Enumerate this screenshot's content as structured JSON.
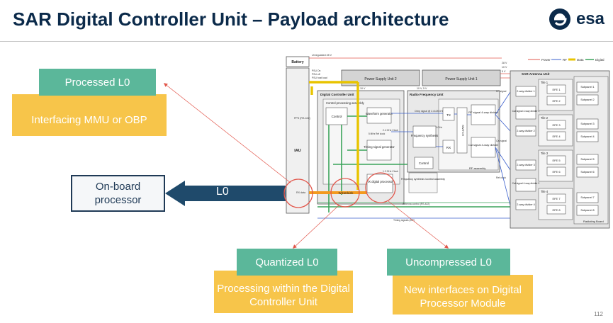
{
  "title": "SAR Digital Controller Unit – Payload architecture",
  "logo_text": "esa",
  "callouts": {
    "processed_l0": "Processed L0",
    "interfacing": "Interfacing MMU or OBP",
    "onboard_processor": "On-board processor",
    "l0_arrow": "L0",
    "quantized_l0": "Quantized L0",
    "processing_within": "Processing within the Digital Controller Unit",
    "uncompressed_l0": "Uncompressed L0",
    "new_interfaces": "New interfaces on Digital Processor Module"
  },
  "page_number": "112",
  "legend": {
    "power": "Power",
    "rf": "RF",
    "data": "Data",
    "digital": "Digital"
  },
  "colors": {
    "title": "#0b2a4a",
    "green": "#5bb79a",
    "yellow": "#f7c54a",
    "navy": "#1f3a56",
    "highlight_circle": "#e2574c"
  },
  "diagram": {
    "battery": "Battery",
    "unregulated": "Unregulated 28 V",
    "psu2": "Power Supply Unit 2",
    "psu1": "Power Supply Unit 1",
    "volt_28": "28 V",
    "volt_10": "10 V",
    "volt_5": "5 V",
    "psu_on": "PSU On",
    "psu_off": "PSU off",
    "psu_hk": "PSU host load",
    "pps": "PPS (RS-422)",
    "iau": "IAU",
    "dcu": "Digital Controller Unit",
    "dcu_10v": "10 V",
    "cpa": "Control processing assembly",
    "control": "Control",
    "waveform": "Waveform generator",
    "timing": "Timing signal generator",
    "rx_digital": "RX digital processor",
    "wizardlink": "WizardLink",
    "rx_data": "RX data",
    "rfu": "Radio Frequency Unit",
    "rfu_v": "10 V, 5 V",
    "chirp": "Chirp signal @ 2.4125 GHz",
    "lo_signal": "LO signal @ 1.5 GHz",
    "tx": "TX",
    "rx": "RX",
    "switch": "SWITCH",
    "freq_synth": "Frequency synthesis",
    "rf_control": "Control",
    "rf_divider": "RF signal 4-way divider",
    "cal_divider": "Cal signal 4-way divider",
    "rf_assembly": "RF assembly",
    "freq_synth_ctrl": "Frequency synthesis /control assembly",
    "clk_5mhz": "5 MHz Ref clock",
    "clk_24": "2.4 GHz Clock",
    "clk_12": "1.2 GHz Clock",
    "ref_clk_mid": "Ref clock",
    "antenna_control": "Antenna control (RS-422)",
    "timing_signals": "Timing signals (DIF)",
    "sar_antenna": "SAR Antenna Unit",
    "radiating_board": "Radiating Board",
    "rf_signal_side": "RF signal",
    "cal_signal_side": "Cal signal",
    "efes": [
      "EFE 1",
      "EFE 2",
      "EFE 3",
      "EFE 4",
      "EFE 5",
      "EFE 6",
      "EFE 7",
      "EFE 8"
    ],
    "subpanels": [
      "Subpanel 1",
      "Subpanel 2",
      "Subpanel 3",
      "Subpanel 4",
      "Subpanel 5",
      "Subpanel 6",
      "Subpanel 7",
      "Subpanel 8"
    ],
    "tiles": [
      {
        "name": "Tile 1",
        "divider": "2-way divider 1",
        "cal": "Cal signal 4-way divider 1"
      },
      {
        "name": "Tile 2",
        "divider": "2-way divider 2",
        "cal": ""
      },
      {
        "name": "Tile 3",
        "divider": "2-way divider 3",
        "cal": "Cal signal 4-way divider 2"
      },
      {
        "name": "Tile 4",
        "divider": "2-way divider 4",
        "cal": ""
      }
    ]
  }
}
